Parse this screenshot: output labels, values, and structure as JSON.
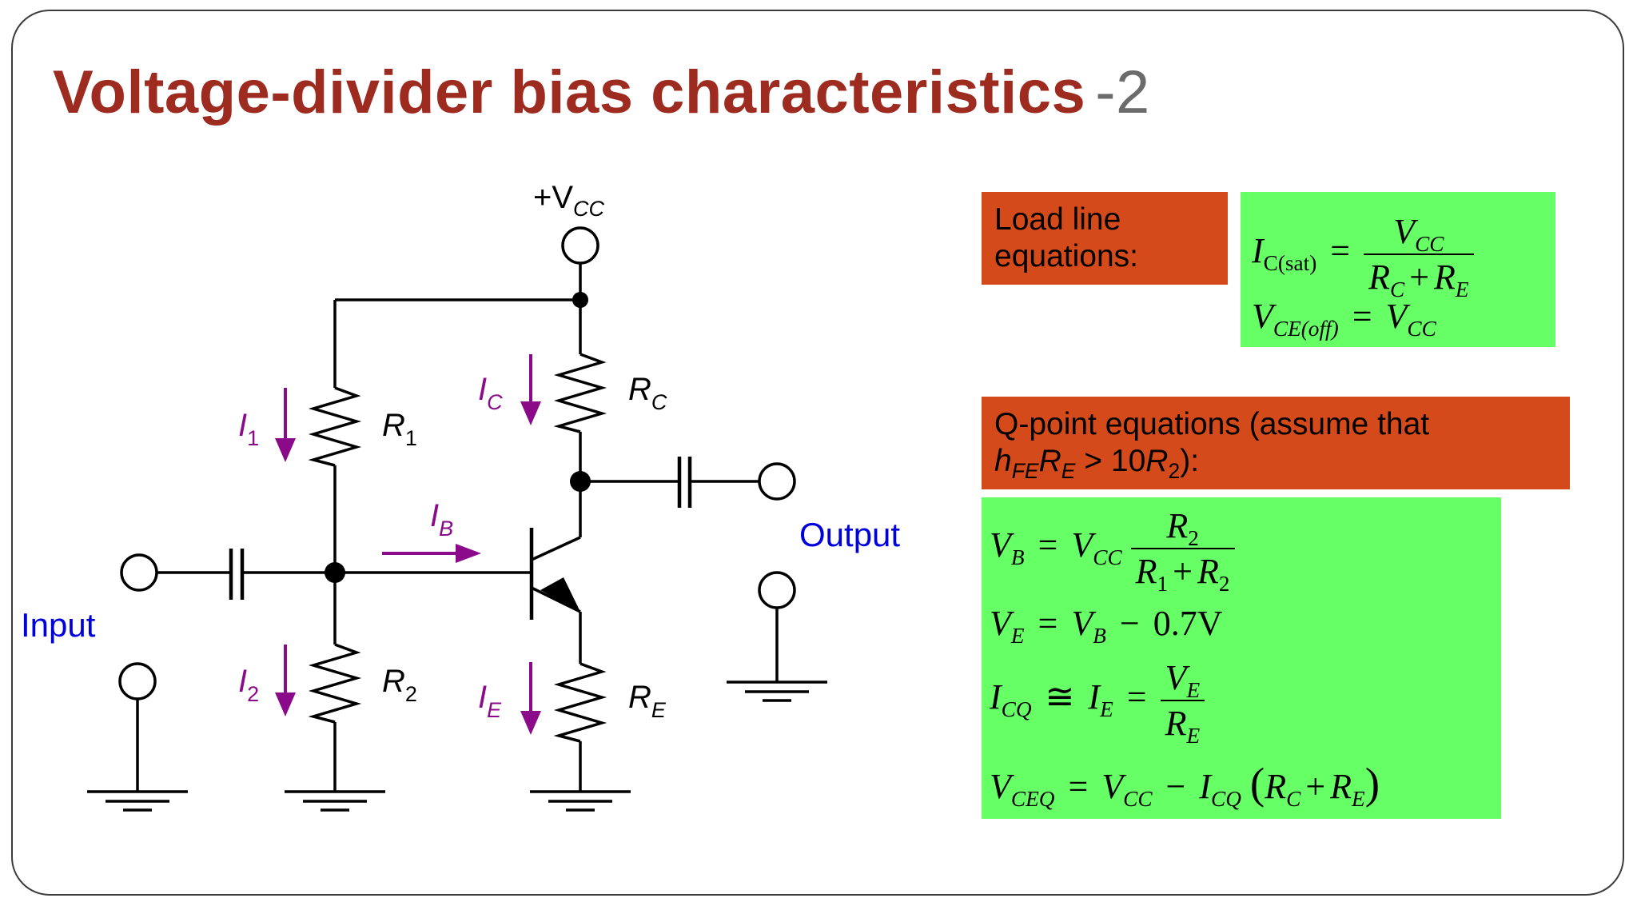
{
  "slide": {
    "title": "Voltage-divider bias characteristics",
    "title_suffix": "-2"
  },
  "circuit": {
    "vcc_prefix": "+V",
    "vcc_sub": "CC",
    "r1": "R",
    "r1_sub": "1",
    "r2": "R",
    "r2_sub": "2",
    "rc": "R",
    "rc_sub": "C",
    "re": "R",
    "re_sub": "E",
    "i1": "I",
    "i1_sub": "1",
    "i2": "I",
    "i2_sub": "2",
    "ic": "I",
    "ic_sub": "C",
    "ie": "I",
    "ie_sub": "E",
    "ib": "I",
    "ib_sub": "B",
    "input_label": "Input",
    "output_label": "Output",
    "colors": {
      "wire": "#000000",
      "current": "#8a0a8a",
      "io_text": "#0000dd"
    }
  },
  "load_line": {
    "heading_line1": "Load line",
    "heading_line2": "equations:",
    "eq1": {
      "lhs": "I",
      "lhs_sub": "C(sat)",
      "eq": "=",
      "num": "V",
      "num_sub": "CC",
      "den_a": "R",
      "den_a_sub": "C",
      "plus": "+",
      "den_b": "R",
      "den_b_sub": "E"
    },
    "eq2": {
      "lhs": "V",
      "lhs_sub": "CE(off)",
      "eq": "=",
      "rhs": "V",
      "rhs_sub": "CC"
    }
  },
  "q_point": {
    "heading_line1": "Q-point equations (assume that",
    "heading_h": "h",
    "heading_h_sub": "FE",
    "heading_r": "R",
    "heading_r_sub": "E",
    "heading_mid": " > 10",
    "heading_r2": "R",
    "heading_r2_sub": "2",
    "heading_end": "):",
    "eq1": {
      "lhs": "V",
      "lhs_sub": "B",
      "eq": "=",
      "coef": "V",
      "coef_sub": "CC",
      "num": "R",
      "num_sub": "2",
      "den_a": "R",
      "den_a_sub": "1",
      "plus": "+",
      "den_b": "R",
      "den_b_sub": "2"
    },
    "eq2": {
      "lhs": "V",
      "lhs_sub": "E",
      "eq": "=",
      "a": "V",
      "a_sub": "B",
      "minus": "−",
      "const": "0.7V"
    },
    "eq3": {
      "lhs": "I",
      "lhs_sub": "CQ",
      "approx": "≅",
      "mid": "I",
      "mid_sub": "E",
      "eq": "=",
      "num": "V",
      "num_sub": "E",
      "den": "R",
      "den_sub": "E"
    },
    "eq4": {
      "lhs": "V",
      "lhs_sub": "CEQ",
      "eq": "=",
      "a": "V",
      "a_sub": "CC",
      "minus": "−",
      "b": "I",
      "b_sub": "CQ",
      "lp": "(",
      "c": "R",
      "c_sub": "C",
      "plus": "+",
      "d": "R",
      "d_sub": "E",
      "rp": ")"
    }
  }
}
